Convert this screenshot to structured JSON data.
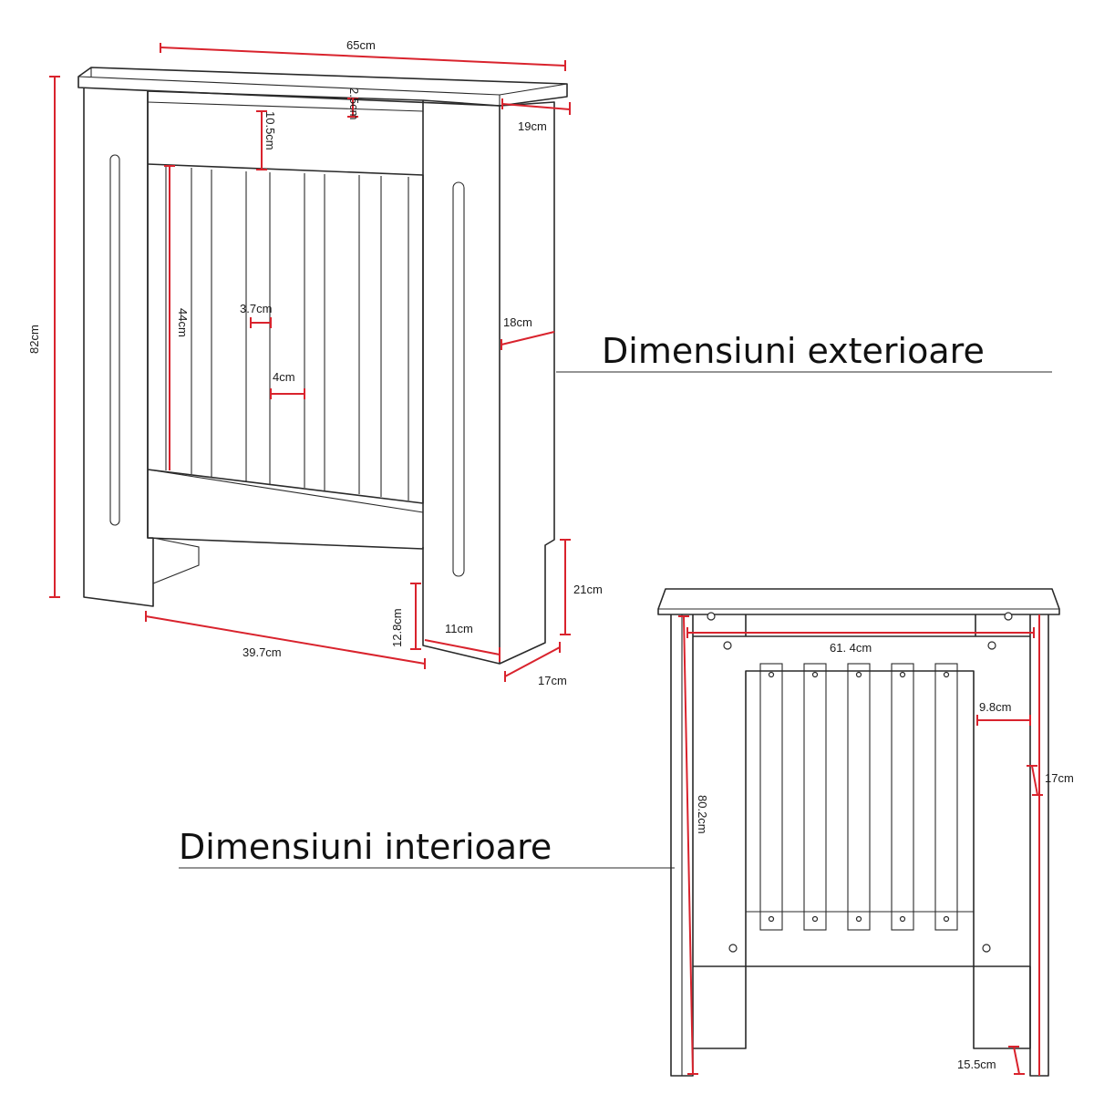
{
  "accent_color": "#d9232d",
  "exterior": {
    "heading": "Dimensiuni exterioare",
    "labels": {
      "width": "65cm",
      "top_thickness": "2.5cm",
      "top_depth": "19cm",
      "top_rail": "10.5cm",
      "height": "82cm",
      "panel_height": "44cm",
      "slat_width": "3.7cm",
      "slat_gap": "4cm",
      "side_depth": "18cm",
      "foot_height": "21cm",
      "opening_height": "12.8cm",
      "foot_width": "11cm",
      "inner_width": "39.7cm",
      "base_depth": "17cm"
    }
  },
  "interior": {
    "heading": "Dimensiuni interioare",
    "labels": {
      "inner_width": "61. 4cm",
      "rail_depth": "9.8cm",
      "side_depth": "17cm",
      "inner_height": "80.2cm",
      "foot_depth": "15.5cm"
    }
  }
}
